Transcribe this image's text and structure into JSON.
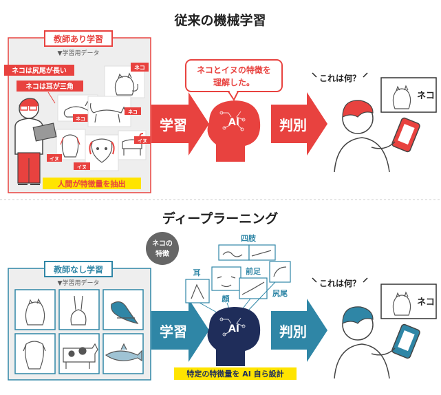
{
  "top": {
    "title": "従来の機械学習",
    "panel_label": "教師あり学習",
    "data_label": "▼学習用データ",
    "callouts": [
      "ネコは尻尾が長い",
      "ネコは耳が三角"
    ],
    "tags": {
      "neko": "ネコ",
      "inu": "イヌ"
    },
    "footer": "人間が特徴量を抽出",
    "learn_arrow": "学習",
    "speech": [
      "ネコとイヌの特徴を",
      "理解した。"
    ],
    "ai_label": "AI",
    "judge_arrow": "判別",
    "question": "これは何？",
    "answer": "ネコ",
    "colors": {
      "accent": "#e8423f",
      "highlight": "#ffe400"
    }
  },
  "bottom": {
    "title": "ディープラーニング",
    "panel_label": "教師なし学習",
    "data_label": "▼学習用データ",
    "feature_badge": [
      "ネコの",
      "特徴"
    ],
    "features": {
      "limbs": "四肢",
      "ear": "耳",
      "face": "顔",
      "front_leg": "前足",
      "tail": "尻尾"
    },
    "footer": "特定の特徴量を AI 自ら設計",
    "learn_arrow": "学習",
    "ai_label": "AI",
    "judge_arrow": "判別",
    "question": "これは何？",
    "answer": "ネコ",
    "colors": {
      "accent": "#2f86a6",
      "navy": "#1f2d5a",
      "highlight": "#ffe400"
    }
  }
}
